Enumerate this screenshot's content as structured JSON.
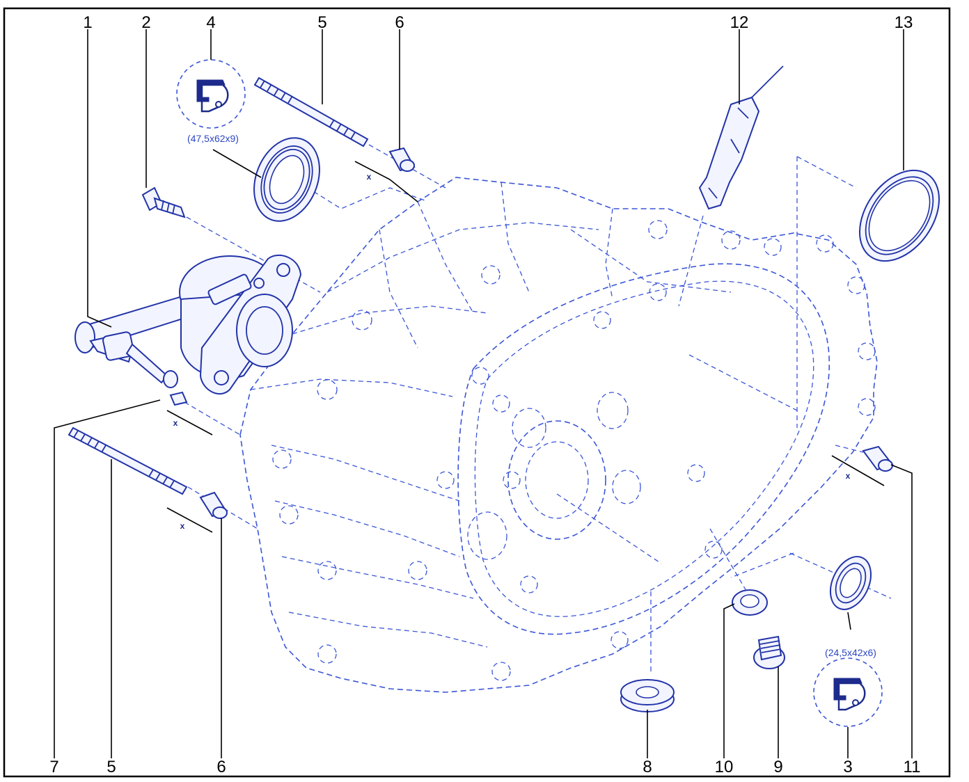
{
  "callouts": {
    "c1": "1",
    "c2": "2",
    "c4": "4",
    "c5_top": "5",
    "c6_top": "6",
    "c12": "12",
    "c13": "13",
    "c7": "7",
    "c5_bottom": "5",
    "c6_bottom": "6",
    "c8": "8",
    "c10": "10",
    "c9": "9",
    "c3": "3",
    "c11": "11"
  },
  "dimensions": {
    "seal_4": "(47,5x62x9)",
    "seal_3": "(24,5x42x6)"
  },
  "measure_label": "x",
  "colors": {
    "line": "#2233a8",
    "dashed": "#3a55d6",
    "frame": "#000000"
  }
}
